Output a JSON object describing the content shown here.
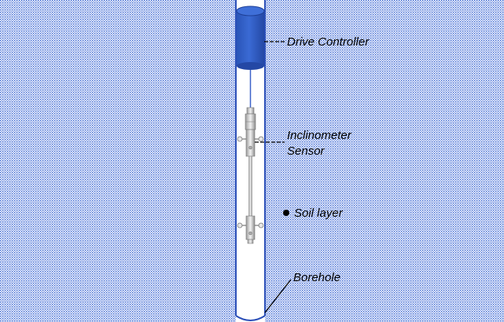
{
  "labels": {
    "drive_controller": "Drive Controller",
    "sensor_line1": "Inclinometer",
    "sensor_line2": "Sensor",
    "soil_layer": "Soil layer",
    "borehole": "Borehole"
  },
  "colors": {
    "soil_hatch": "#2f5fd0",
    "soil_background": "#f4f6fd",
    "borehole_wall": "#2b4fb8",
    "drive_controller_fill": "#3160c7",
    "cable": "#3d63c9",
    "sensor_metal": "#c9c9c9",
    "leader_line": "#000000"
  }
}
